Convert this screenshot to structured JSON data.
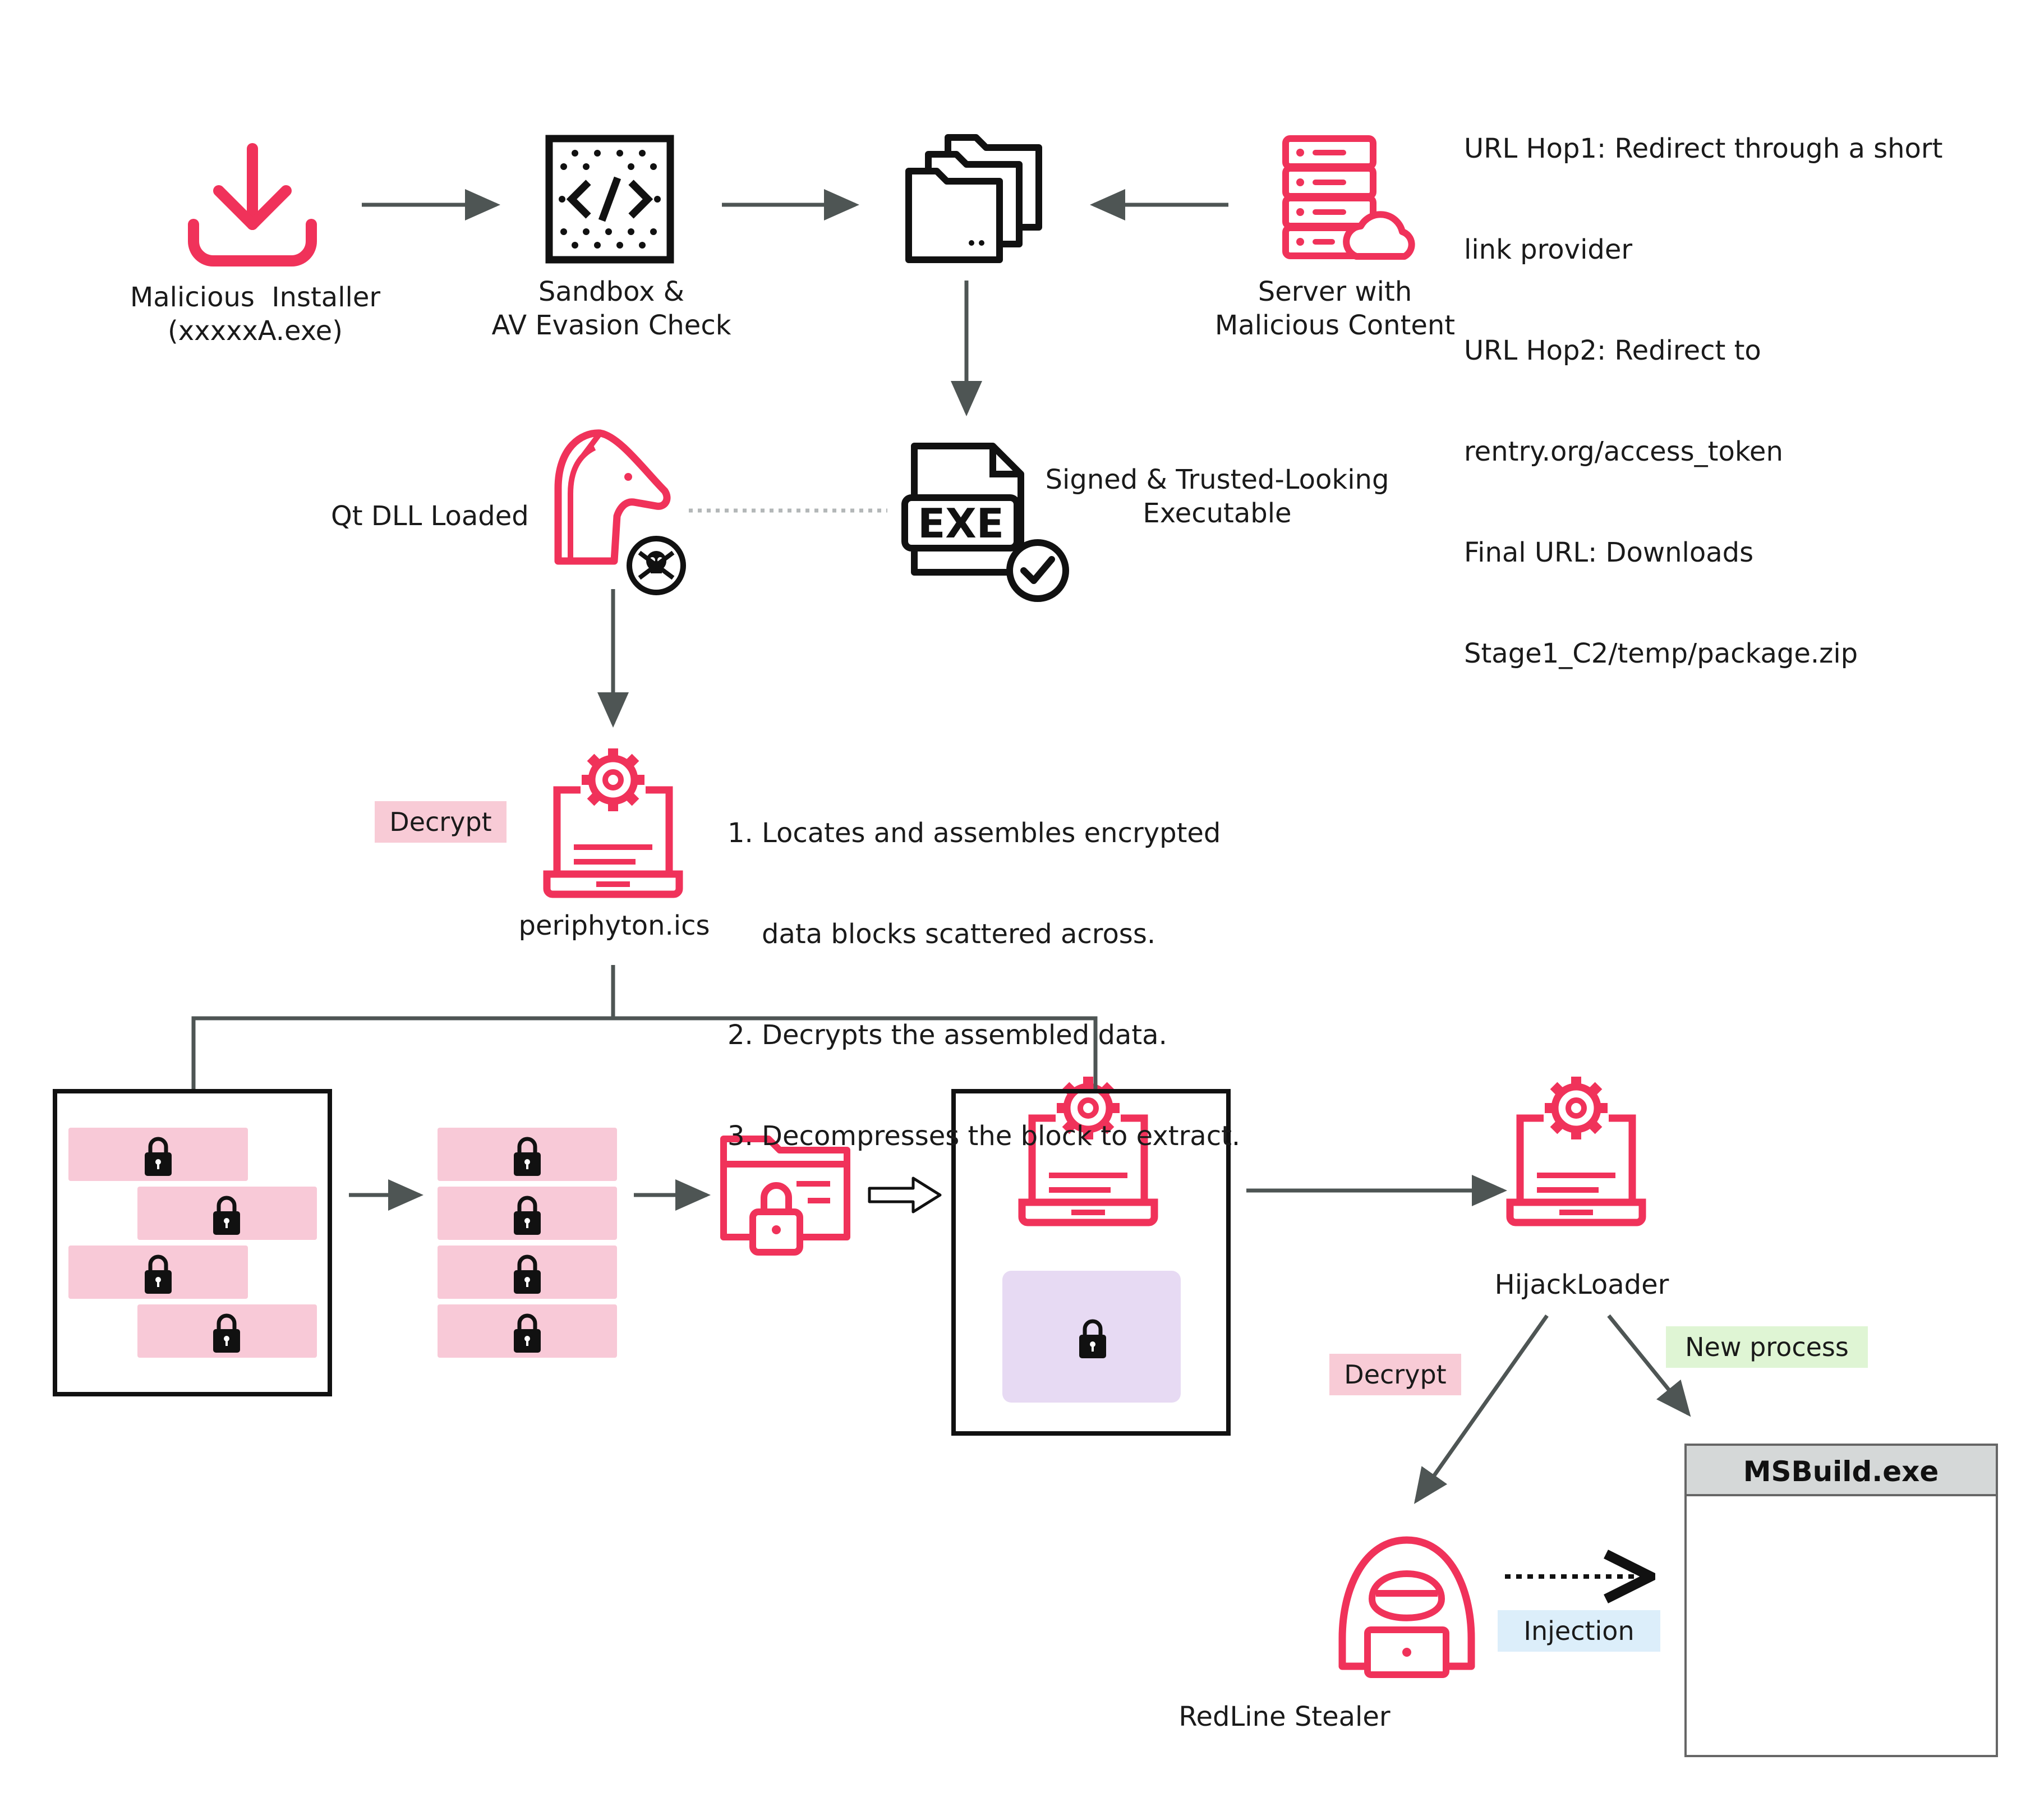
{
  "colors": {
    "accent": "#F0325A",
    "ink": "#111111",
    "arrow": "#4E5554",
    "lock_block": "#F8C9D7",
    "payload_block": "#E7DAF3",
    "tag_pink": "#F8CBD6",
    "tag_green": "#DFF5D4",
    "tag_blue": "#DCEEFA",
    "window_bar": "#D5D8D8"
  },
  "nodes": {
    "installer": "Malicious  Installer\n(xxxxxA.exe)",
    "sandbox": "Sandbox &\nAV Evasion Check",
    "server": "Server with\nMalicious Content",
    "signed_exe": "Signed & Trusted-Looking\nExecutable",
    "qt_dll": "Qt DLL Loaded",
    "periphyton": "periphyton.ics",
    "hijackloader": "HijackLoader",
    "redline": "RedLine Stealer",
    "msbuild": "MSBuild.exe"
  },
  "exe_icon_text": "EXE",
  "url_notes": [
    "URL Hop1: Redirect through a short",
    "link provider",
    "URL Hop2: Redirect to",
    "rentry.org/access_token",
    "Final URL: Downloads",
    "Stage1_C2/temp/package.zip"
  ],
  "steps": [
    "1. Locates and assembles encrypted",
    "    data blocks scattered across.",
    "2. Decrypts the assembled data.",
    "3. Decompresses the block to extract."
  ],
  "tags": {
    "decrypt_top": "Decrypt",
    "decrypt_bottom": "Decrypt",
    "new_process": "New process",
    "injection": "Injection"
  },
  "icons": {
    "installer": "download-icon",
    "sandbox": "code-sandbox-icon",
    "folders": "folders-icon",
    "server": "server-cloud-icon",
    "signed_exe": "exe-file-verified-icon",
    "qt_dll": "trojan-horse-icon",
    "periphyton": "laptop-gear-icon",
    "hijackloader": "laptop-gear-icon",
    "redline": "hacker-icon",
    "locked_folder": "locked-folder-icon",
    "lock": "lock-icon"
  }
}
